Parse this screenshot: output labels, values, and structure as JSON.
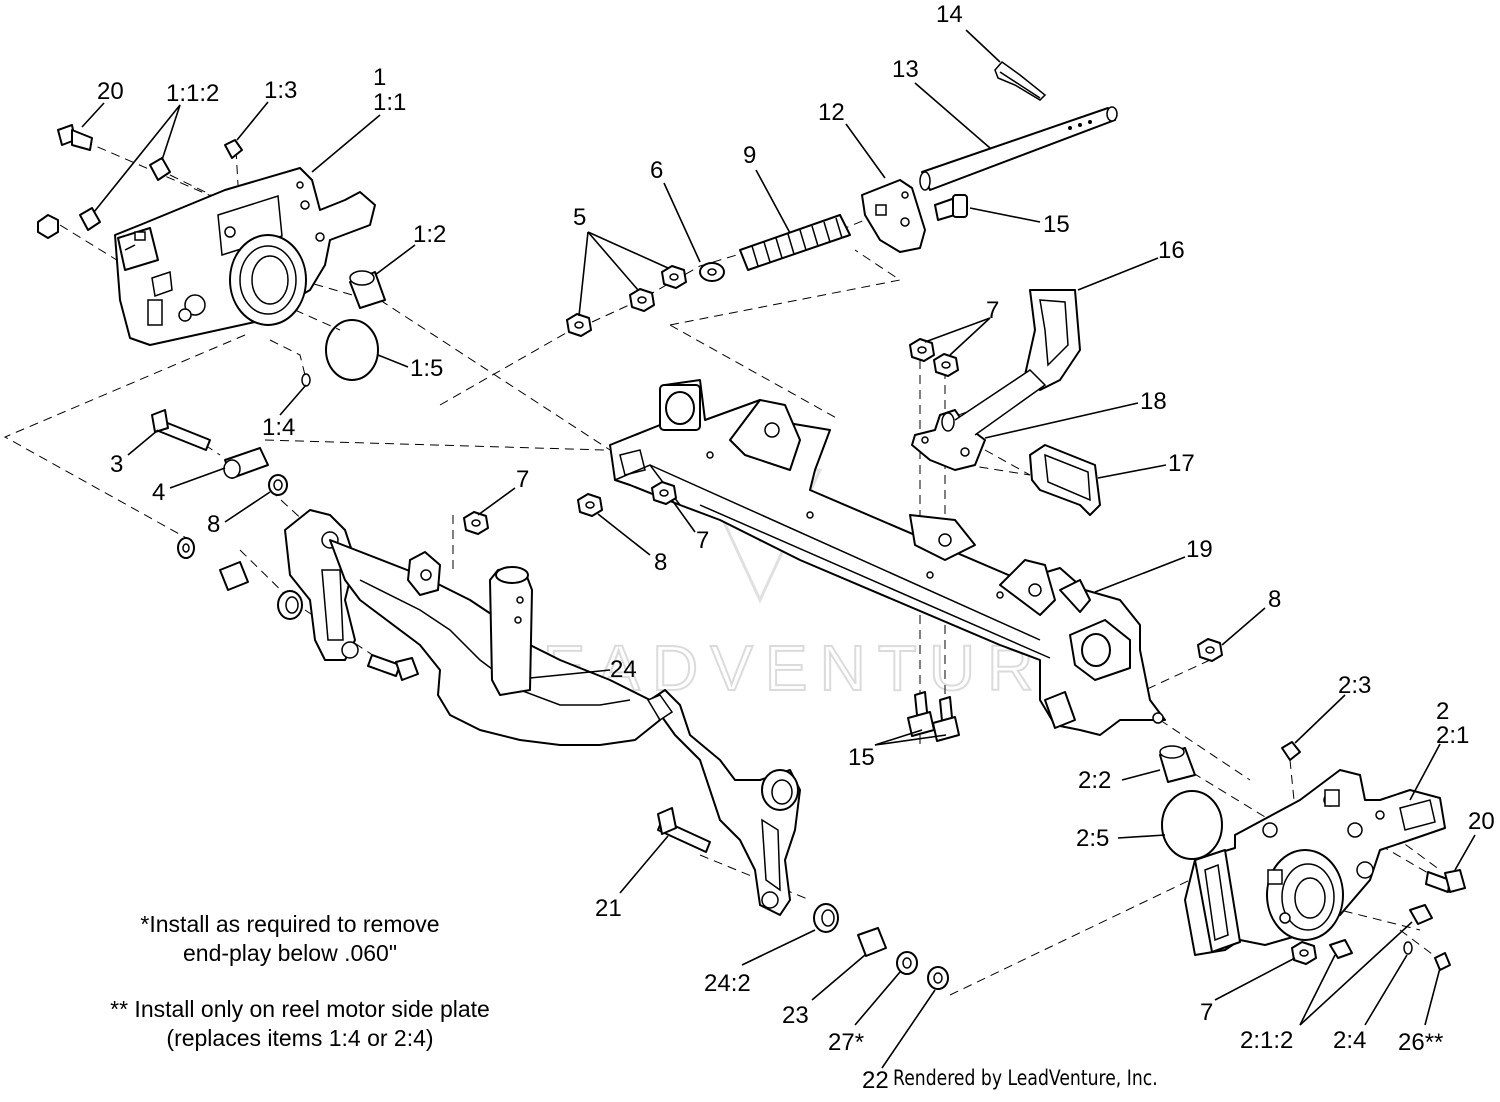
{
  "callouts": [
    {
      "id": "20",
      "text": "20"
    },
    {
      "id": "1-1-2",
      "text": "1:1:2"
    },
    {
      "id": "1-3",
      "text": "1:3"
    },
    {
      "id": "1",
      "text": "1"
    },
    {
      "id": "1-1",
      "text": "1:1"
    },
    {
      "id": "14",
      "text": "14"
    },
    {
      "id": "13",
      "text": "13"
    },
    {
      "id": "12",
      "text": "12"
    },
    {
      "id": "9",
      "text": "9"
    },
    {
      "id": "6",
      "text": "6"
    },
    {
      "id": "5",
      "text": "5"
    },
    {
      "id": "15-top",
      "text": "15"
    },
    {
      "id": "16",
      "text": "16"
    },
    {
      "id": "1-2",
      "text": "1:2"
    },
    {
      "id": "7-top",
      "text": "7"
    },
    {
      "id": "1-5",
      "text": "1:5"
    },
    {
      "id": "1-4",
      "text": "1:4"
    },
    {
      "id": "18",
      "text": "18"
    },
    {
      "id": "3",
      "text": "3"
    },
    {
      "id": "17",
      "text": "17"
    },
    {
      "id": "4",
      "text": "4"
    },
    {
      "id": "7-mid",
      "text": "7"
    },
    {
      "id": "8-left",
      "text": "8"
    },
    {
      "id": "7-center",
      "text": "7"
    },
    {
      "id": "8-center",
      "text": "8"
    },
    {
      "id": "19",
      "text": "19"
    },
    {
      "id": "8-right",
      "text": "8"
    },
    {
      "id": "24",
      "text": "24"
    },
    {
      "id": "2-3",
      "text": "2:3"
    },
    {
      "id": "2",
      "text": "2"
    },
    {
      "id": "2-1",
      "text": "2:1"
    },
    {
      "id": "15-bottom",
      "text": "15"
    },
    {
      "id": "2-2",
      "text": "2:2"
    },
    {
      "id": "20-right",
      "text": "20"
    },
    {
      "id": "2-5",
      "text": "2:5"
    },
    {
      "id": "21",
      "text": "21"
    },
    {
      "id": "24-2",
      "text": "24:2"
    },
    {
      "id": "7-bottom",
      "text": "7"
    },
    {
      "id": "23",
      "text": "23"
    },
    {
      "id": "27",
      "text": "27*"
    },
    {
      "id": "2-1-2",
      "text": "2:1:2"
    },
    {
      "id": "2-4",
      "text": "2:4"
    },
    {
      "id": "26",
      "text": "26**"
    },
    {
      "id": "22",
      "text": "22"
    }
  ],
  "notes": {
    "note1_line1": "*Install as required to remove",
    "note1_line2": "end-play below .060\"",
    "note2_line1": "** Install only on reel motor side plate",
    "note2_line2": "(replaces items 1:4 or 2:4)"
  },
  "credit": "Rendered by LeadVenture, Inc.",
  "watermark": "LEADVENTURE"
}
